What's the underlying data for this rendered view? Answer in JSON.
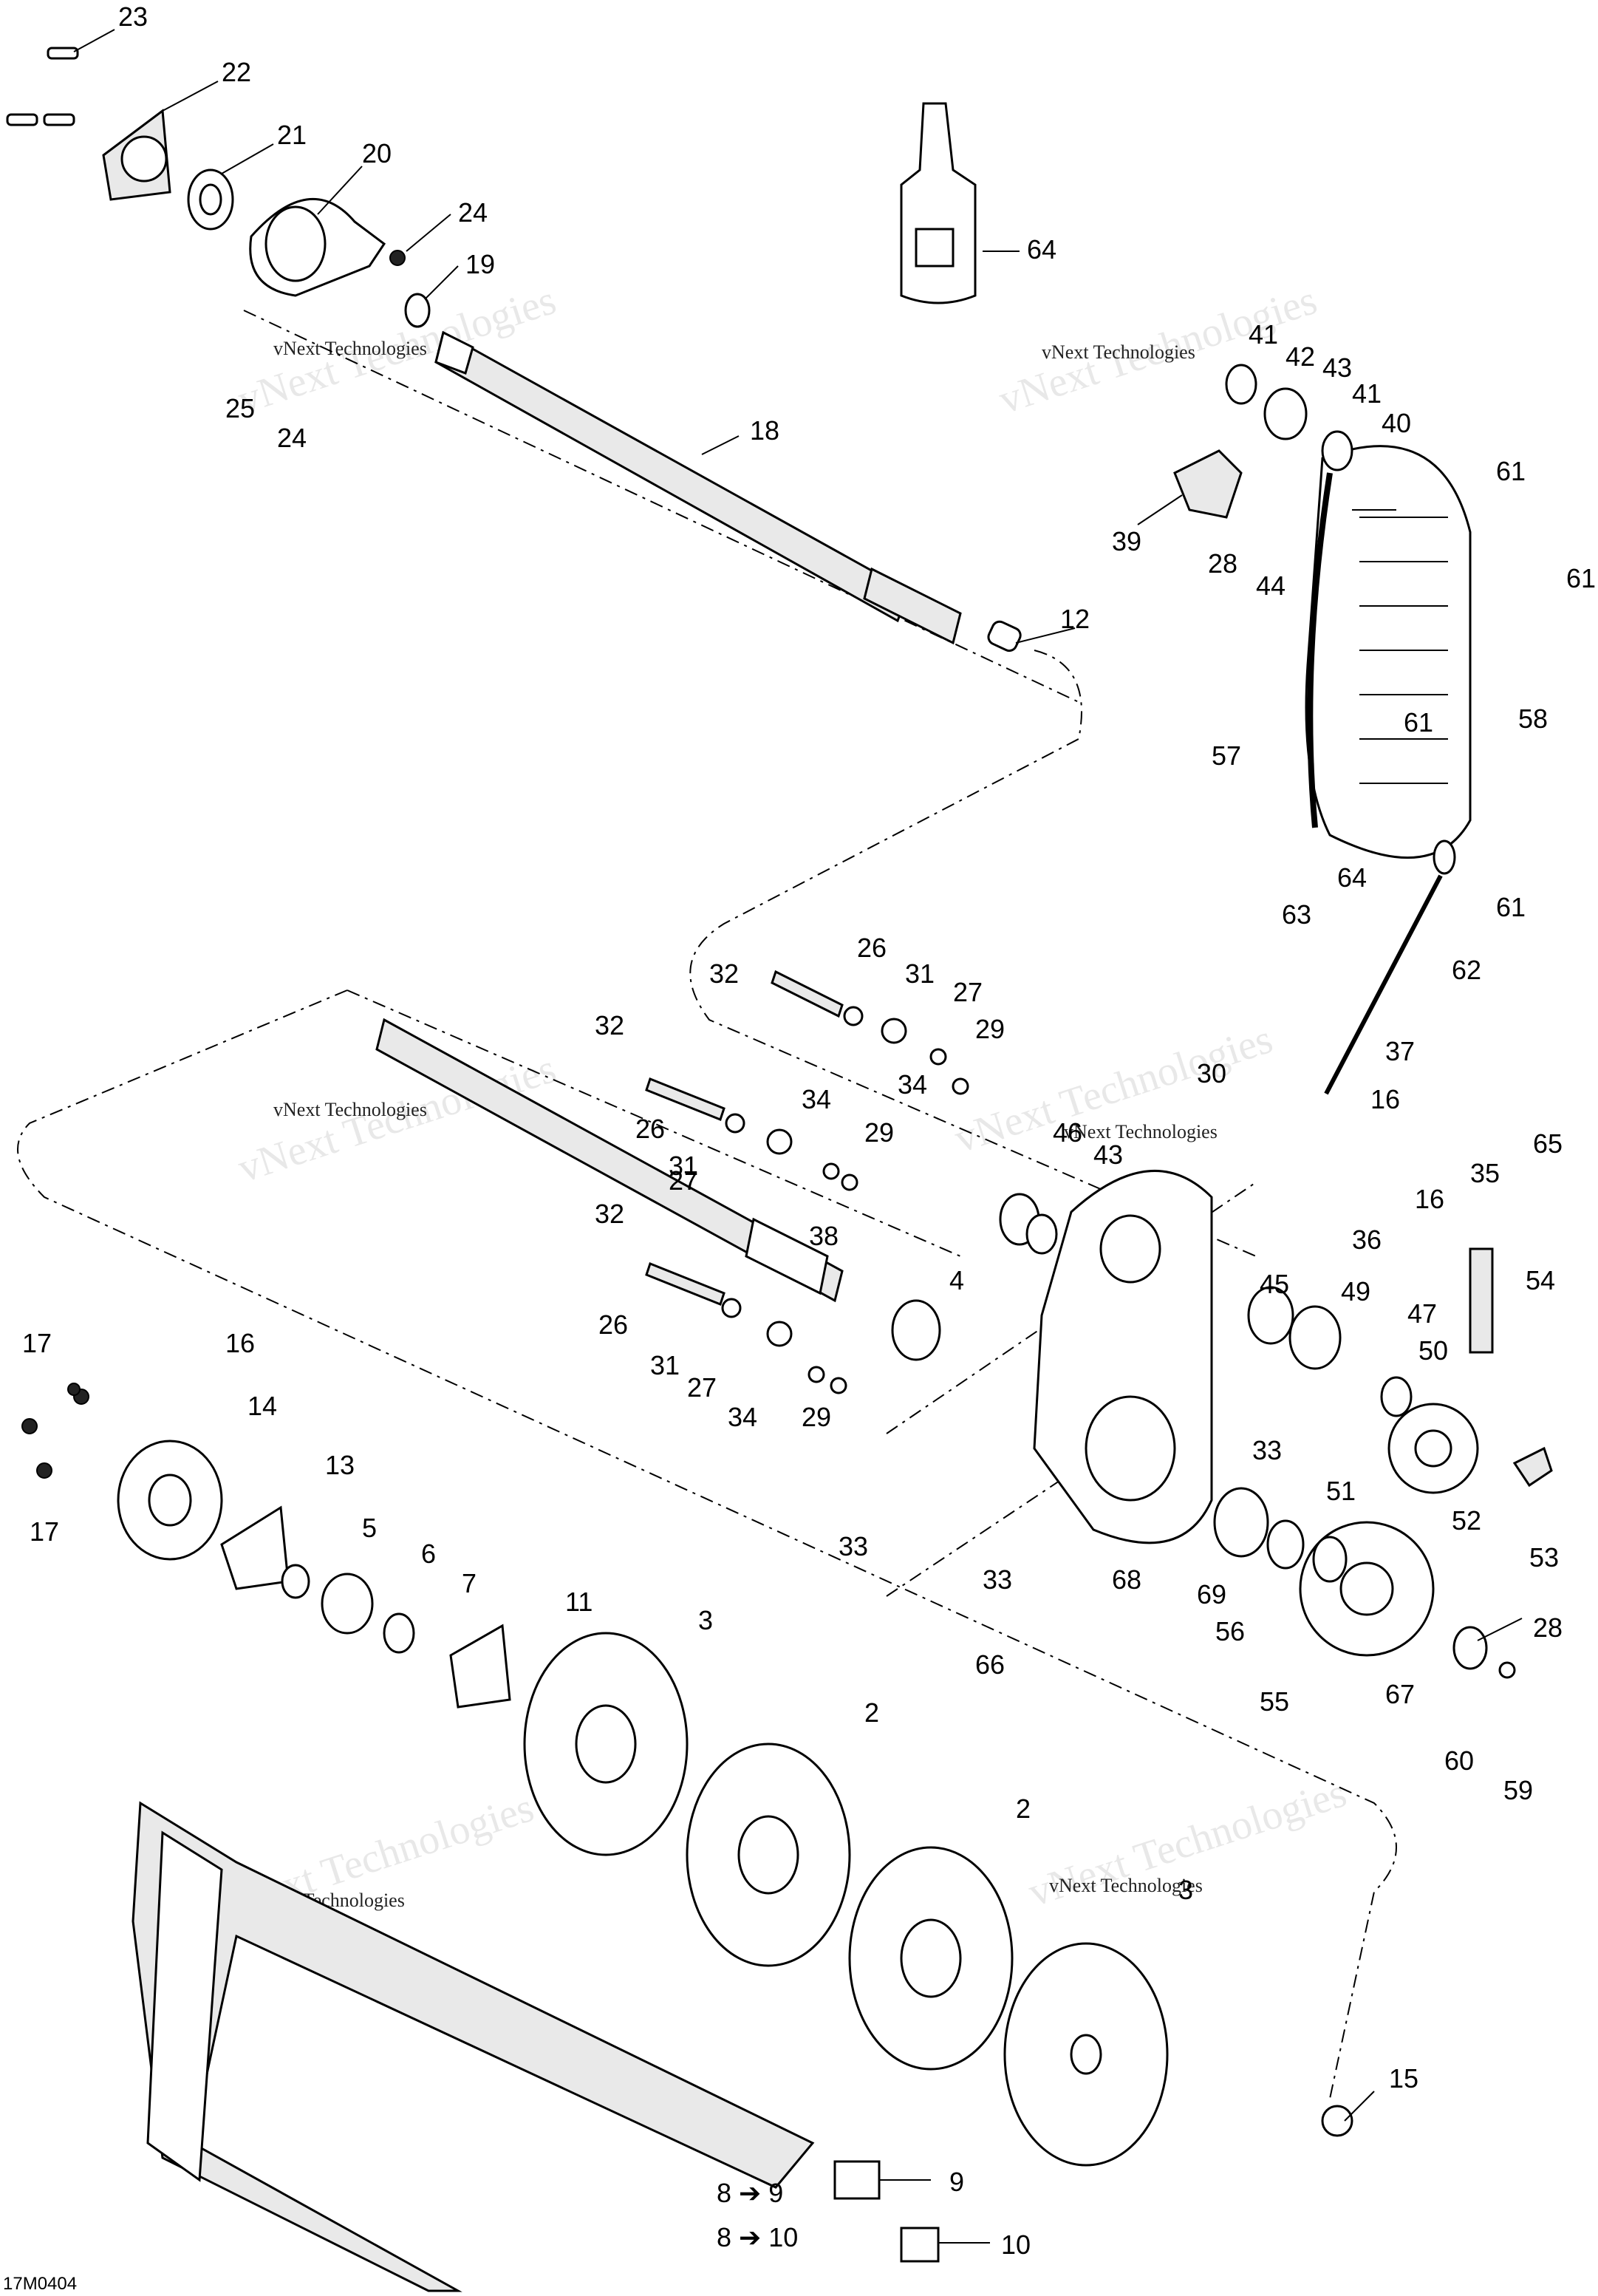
{
  "diagram_code": "17M0404",
  "watermark": "vNext Technologies",
  "callouts": [
    "23",
    "22",
    "21",
    "20",
    "24",
    "19",
    "25",
    "24",
    "18",
    "12",
    "64",
    "41",
    "42",
    "43",
    "41",
    "40",
    "39",
    "28",
    "44",
    "61",
    "61",
    "57",
    "58",
    "61",
    "61",
    "64",
    "63",
    "62",
    "26",
    "31",
    "27",
    "29",
    "32",
    "34",
    "32",
    "26",
    "31",
    "27",
    "29",
    "34",
    "37",
    "16",
    "65",
    "30",
    "46",
    "43",
    "35",
    "16",
    "36",
    "32",
    "38",
    "54",
    "26",
    "31",
    "27",
    "29",
    "34",
    "4",
    "45",
    "49",
    "47",
    "50",
    "16",
    "17",
    "14",
    "17",
    "33",
    "51",
    "52",
    "53",
    "13",
    "33",
    "68",
    "69",
    "56",
    "5",
    "6",
    "7",
    "11",
    "33",
    "66",
    "28",
    "55",
    "67",
    "60",
    "59",
    "3",
    "2",
    "2",
    "3",
    "15",
    "9",
    "10",
    "8 ➔ 9",
    "8 ➔ 10"
  ]
}
